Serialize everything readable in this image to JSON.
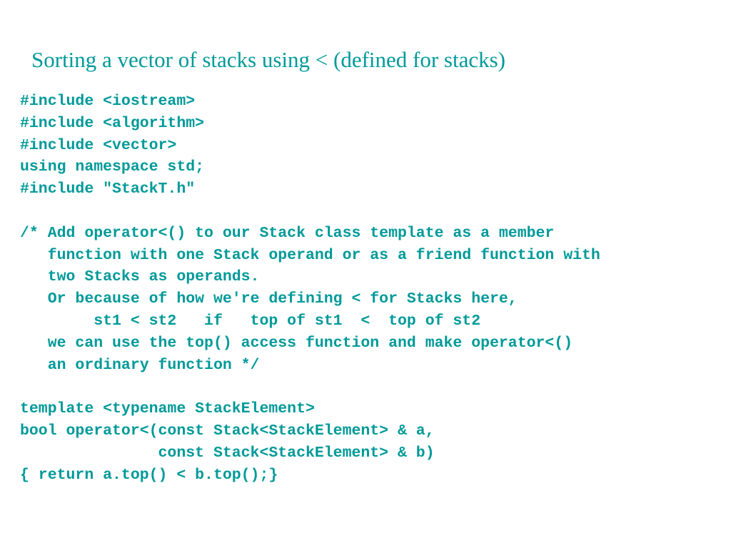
{
  "slide": {
    "title": "Sorting a vector of stacks using < (defined for stacks)",
    "code_lines": [
      "#include <iostream>",
      "#include <algorithm>",
      "#include <vector>",
      "using namespace std;",
      "#include \"StackT.h\"",
      "",
      "/* Add operator<() to our Stack class template as a member",
      "   function with one Stack operand or as a friend function with",
      "   two Stacks as operands.",
      "   Or because of how we're defining < for Stacks here,",
      "        st1 < st2   if   top of st1  <  top of st2",
      "   we can use the top() access function and make operator<()",
      "   an ordinary function */",
      "",
      "template <typename StackElement>",
      "bool operator<(const Stack<StackElement> & a,",
      "               const Stack<StackElement> & b)",
      "{ return a.top() < b.top();}"
    ]
  },
  "colors": {
    "text": "#009999",
    "background": "#ffffff"
  }
}
